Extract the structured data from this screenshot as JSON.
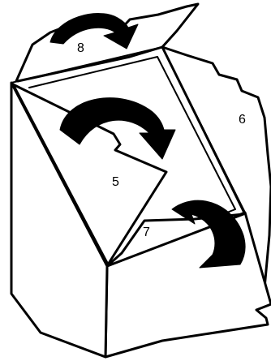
{
  "labels": {
    "flap_8": "8",
    "flap_6": "6",
    "flap_5": "5",
    "flap_7": "7"
  },
  "colors": {
    "ink": "#000000",
    "paper": "#ffffff"
  },
  "icons": {
    "fold_arrow": "curved-arrow-icon"
  }
}
